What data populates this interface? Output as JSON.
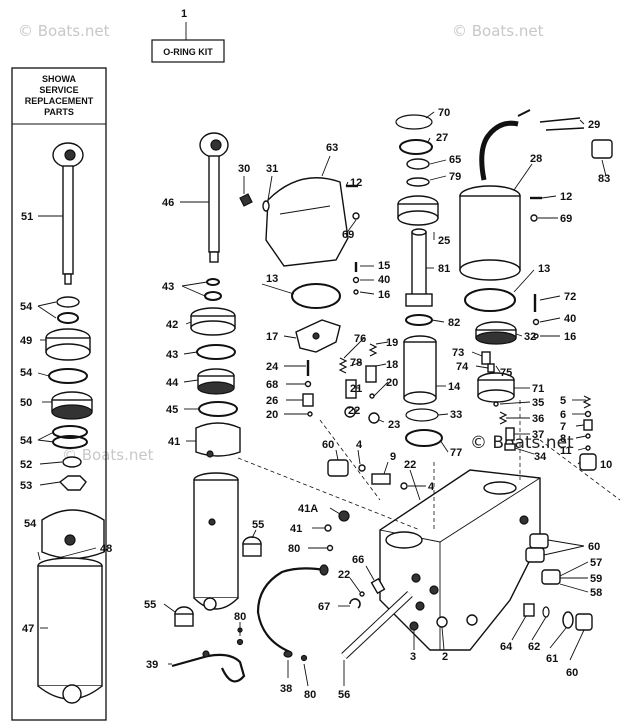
{
  "watermark": "© Boats.net",
  "kit_box_label": "O-RING KIT",
  "showa_header": [
    "SHOWA",
    "SERVICE",
    "REPLACEMENT",
    "PARTS"
  ],
  "callouts": [
    {
      "id": "c1",
      "label": "1"
    },
    {
      "id": "c29",
      "label": "29"
    },
    {
      "id": "c70",
      "label": "70"
    },
    {
      "id": "c27",
      "label": "27"
    },
    {
      "id": "c63",
      "label": "63"
    },
    {
      "id": "c28",
      "label": "28"
    },
    {
      "id": "c65",
      "label": "65"
    },
    {
      "id": "c79",
      "label": "79"
    },
    {
      "id": "c83",
      "label": "83"
    },
    {
      "id": "c30",
      "label": "30"
    },
    {
      "id": "c31",
      "label": "31"
    },
    {
      "id": "c12a",
      "label": "12"
    },
    {
      "id": "c12b",
      "label": "12"
    },
    {
      "id": "c46",
      "label": "46"
    },
    {
      "id": "c69a",
      "label": "69"
    },
    {
      "id": "c69b",
      "label": "69"
    },
    {
      "id": "c25",
      "label": "25"
    },
    {
      "id": "c51",
      "label": "51"
    },
    {
      "id": "c15",
      "label": "15"
    },
    {
      "id": "c40a",
      "label": "40"
    },
    {
      "id": "c16a",
      "label": "16"
    },
    {
      "id": "c81",
      "label": "81"
    },
    {
      "id": "c13a",
      "label": "13"
    },
    {
      "id": "c13b",
      "label": "13"
    },
    {
      "id": "c43a",
      "label": "43"
    },
    {
      "id": "c72",
      "label": "72"
    },
    {
      "id": "c54a",
      "label": "54"
    },
    {
      "id": "c82",
      "label": "82"
    },
    {
      "id": "c40b",
      "label": "40"
    },
    {
      "id": "c42",
      "label": "42"
    },
    {
      "id": "c17",
      "label": "17"
    },
    {
      "id": "c76",
      "label": "76"
    },
    {
      "id": "c32",
      "label": "32"
    },
    {
      "id": "c16b",
      "label": "16"
    },
    {
      "id": "c49",
      "label": "49"
    },
    {
      "id": "c19",
      "label": "19"
    },
    {
      "id": "c43b",
      "label": "43"
    },
    {
      "id": "c73",
      "label": "73"
    },
    {
      "id": "c24",
      "label": "24"
    },
    {
      "id": "c78",
      "label": "78"
    },
    {
      "id": "c18",
      "label": "18"
    },
    {
      "id": "c74",
      "label": "74"
    },
    {
      "id": "c75",
      "label": "75"
    },
    {
      "id": "c54b",
      "label": "54"
    },
    {
      "id": "c68",
      "label": "68"
    },
    {
      "id": "c21",
      "label": "21"
    },
    {
      "id": "c20a",
      "label": "20"
    },
    {
      "id": "c44",
      "label": "44"
    },
    {
      "id": "c14",
      "label": "14"
    },
    {
      "id": "c71",
      "label": "71"
    },
    {
      "id": "c5",
      "label": "5"
    },
    {
      "id": "c26",
      "label": "26"
    },
    {
      "id": "c35",
      "label": "35"
    },
    {
      "id": "c6",
      "label": "6"
    },
    {
      "id": "c50",
      "label": "50"
    },
    {
      "id": "c45",
      "label": "45"
    },
    {
      "id": "c20b",
      "label": "20"
    },
    {
      "id": "c22a",
      "label": "22"
    },
    {
      "id": "c33",
      "label": "33"
    },
    {
      "id": "c36",
      "label": "36"
    },
    {
      "id": "c7",
      "label": "7"
    },
    {
      "id": "c23",
      "label": "23"
    },
    {
      "id": "c37",
      "label": "37"
    },
    {
      "id": "c8",
      "label": "8"
    },
    {
      "id": "c54c",
      "label": "54"
    },
    {
      "id": "c41a",
      "label": "41"
    },
    {
      "id": "c60a",
      "label": "60"
    },
    {
      "id": "c77",
      "label": "77"
    },
    {
      "id": "c34",
      "label": "34"
    },
    {
      "id": "c11",
      "label": "11"
    },
    {
      "id": "c52",
      "label": "52"
    },
    {
      "id": "c4a",
      "label": "4"
    },
    {
      "id": "c9",
      "label": "9"
    },
    {
      "id": "c22b",
      "label": "22"
    },
    {
      "id": "c10",
      "label": "10"
    },
    {
      "id": "c4b",
      "label": "4"
    },
    {
      "id": "c53",
      "label": "53"
    },
    {
      "id": "c41A",
      "label": "41A"
    },
    {
      "id": "c54d",
      "label": "54"
    },
    {
      "id": "c48",
      "label": "48"
    },
    {
      "id": "c55a",
      "label": "55"
    },
    {
      "id": "c41b",
      "label": "41"
    },
    {
      "id": "c60b",
      "label": "60"
    },
    {
      "id": "c80a",
      "label": "80"
    },
    {
      "id": "c66",
      "label": "66"
    },
    {
      "id": "c57",
      "label": "57"
    },
    {
      "id": "c59",
      "label": "59"
    },
    {
      "id": "c22c",
      "label": "22"
    },
    {
      "id": "c58",
      "label": "58"
    },
    {
      "id": "c55b",
      "label": "55"
    },
    {
      "id": "c67",
      "label": "67"
    },
    {
      "id": "c80b",
      "label": "80"
    },
    {
      "id": "c47",
      "label": "47"
    },
    {
      "id": "c3",
      "label": "3"
    },
    {
      "id": "c64",
      "label": "64"
    },
    {
      "id": "c62",
      "label": "62"
    },
    {
      "id": "c2",
      "label": "2"
    },
    {
      "id": "c39",
      "label": "39"
    },
    {
      "id": "c61",
      "label": "61"
    },
    {
      "id": "c60c",
      "label": "60"
    },
    {
      "id": "c38",
      "label": "38"
    },
    {
      "id": "c80c",
      "label": "80"
    },
    {
      "id": "c56",
      "label": "56"
    }
  ]
}
